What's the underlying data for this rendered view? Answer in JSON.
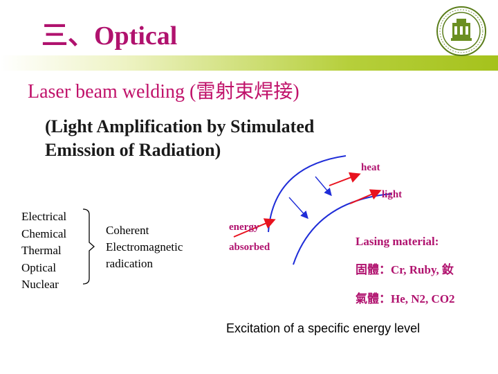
{
  "slide": {
    "title": "三、Optical",
    "subtitle": "Laser beam welding (雷射束焊接)",
    "acronym_line1": "(Light Amplification by Stimulated",
    "acronym_line2": " Emission of Radiation)"
  },
  "energy_sources": [
    "Electrical",
    "Chemical",
    "Thermal",
    "Optical",
    "Nuclear"
  ],
  "em_text": [
    "Coherent",
    "Electromagnetic",
    "radication"
  ],
  "diagram_labels": {
    "heat": "heat",
    "light": "light",
    "energy": "energy",
    "absorbed": "absorbed"
  },
  "lasing": {
    "heading": "Lasing material:",
    "solid": "固體：Cr, Ruby, 釹",
    "gas": "氣體：He, N2, CO2"
  },
  "footer": "Excitation of a specific energy level",
  "colors": {
    "accent": "#b0126e",
    "curves": "#1f2dd8",
    "arrows": "#e8121e",
    "bar": "#a5c21c"
  },
  "logo_icon": "university-seal-icon"
}
